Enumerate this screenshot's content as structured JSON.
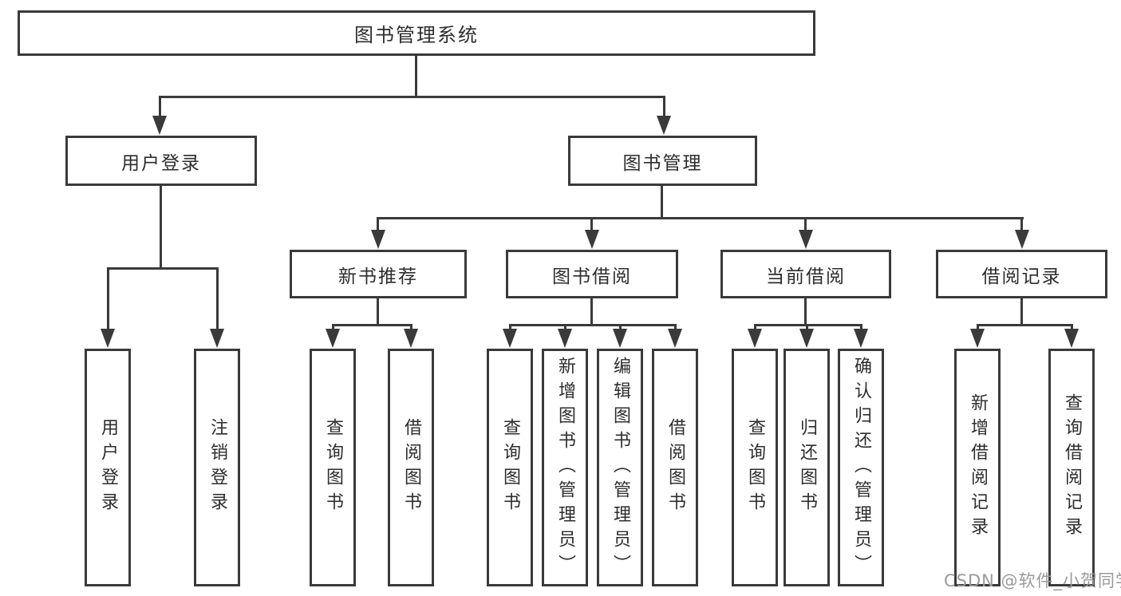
{
  "diagram": {
    "title": "图书管理系统",
    "level2": [
      {
        "label": "用户登录"
      },
      {
        "label": "图书管理"
      }
    ],
    "level3": [
      {
        "label": "新书推荐"
      },
      {
        "label": "图书借阅"
      },
      {
        "label": "当前借阅"
      },
      {
        "label": "借阅记录"
      }
    ],
    "leaves": [
      {
        "label": "用户登录"
      },
      {
        "label": "注销登录"
      },
      {
        "label": "查询图书"
      },
      {
        "label": "借阅图书"
      },
      {
        "label": "查询图书"
      },
      {
        "label": "新增图书（管理员）"
      },
      {
        "label": "编辑图书（管理员）"
      },
      {
        "label": "借阅图书"
      },
      {
        "label": "查询图书"
      },
      {
        "label": "归还图书"
      },
      {
        "label": "确认归还（管理员）"
      },
      {
        "label": "新增借阅记录"
      },
      {
        "label": "查询借阅记录"
      }
    ],
    "colors": {
      "line": "#3a3a3a",
      "text": "#2d2d2d",
      "watermark_text": "#9a9a9a",
      "background": "#ffffff"
    }
  },
  "watermark": {
    "text": "CSDN @软件_小贺同学"
  }
}
